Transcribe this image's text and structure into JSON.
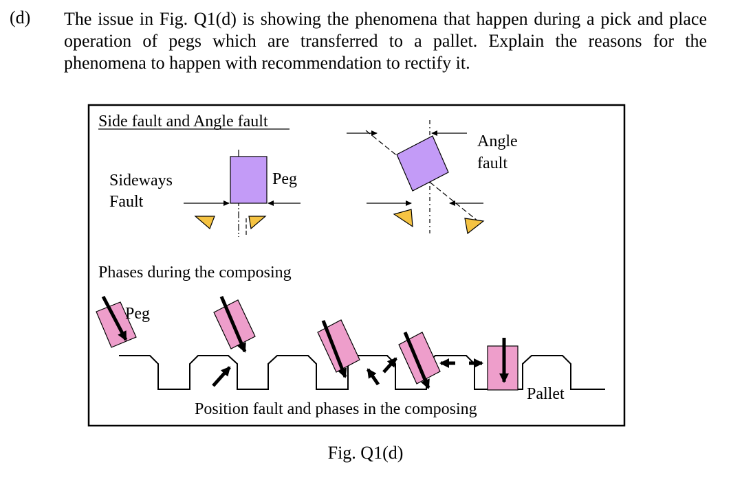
{
  "question": {
    "label": "(d)",
    "lines": [
      "The issue in Fig. Q1(d) is showing the phenomena that happen during a pick and place",
      "operation of pegs which are transferred to a pallet. Explain the reasons for the",
      "phenomena to happen with recommendation to rectify it."
    ]
  },
  "figure": {
    "side_fault_heading": "Side fault and Angle fault",
    "sideways_fault_label": [
      "Sideways",
      "Fault"
    ],
    "peg_label": "Peg",
    "angle_fault_label": [
      "Angle",
      "fault"
    ],
    "phases_heading": "Phases during the composing",
    "phases_peg_label": "Peg",
    "pallet_label": "Pallet",
    "position_fault_caption": "Position fault and phases in the composing",
    "colors": {
      "peg_violet": "#c39bf7",
      "peg_pink": "#ee9ecb",
      "gripper_yellow": "#f5c342"
    }
  },
  "caption": "Fig. Q1(d)"
}
